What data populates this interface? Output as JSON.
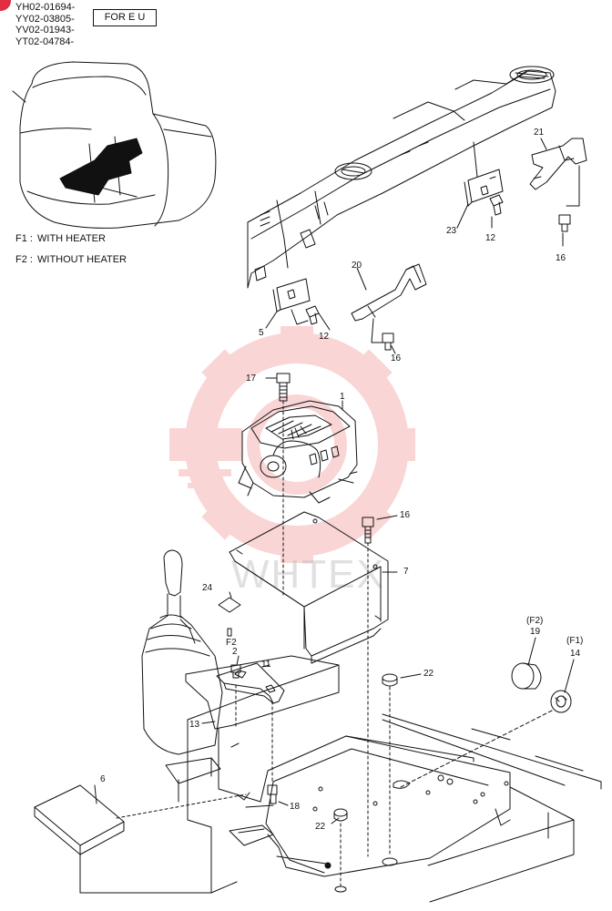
{
  "header": {
    "model_codes": [
      "YH02-01694-",
      "YY02-03805-",
      "YV02-01943-",
      "YT02-04784-"
    ],
    "region_tag": "FOR E U"
  },
  "legend": [
    {
      "code": "F1 :",
      "text": "WITH HEATER"
    },
    {
      "code": "F2 :",
      "text": "WITHOUT HEATER"
    }
  ],
  "watermark": {
    "text": "WHTEX",
    "color": "#f06a6a"
  },
  "callouts": {
    "c1": "1",
    "c2": "2",
    "c5": "5",
    "c6": "6",
    "c7": "7",
    "c11": "11",
    "c12a": "12",
    "c12b": "12",
    "c13": "13",
    "c14": "14",
    "c16a": "16",
    "c16b": "16",
    "c16c": "16",
    "c17": "17",
    "c18": "18",
    "c19": "19",
    "c20": "20",
    "c21": "21",
    "c22a": "22",
    "c22b": "22",
    "c23": "23",
    "c24": "24",
    "f1": "(F1)",
    "f2": "(F2)",
    "f2b": "F2"
  },
  "colors": {
    "ink": "#111111",
    "fill_dark": "#111111"
  }
}
